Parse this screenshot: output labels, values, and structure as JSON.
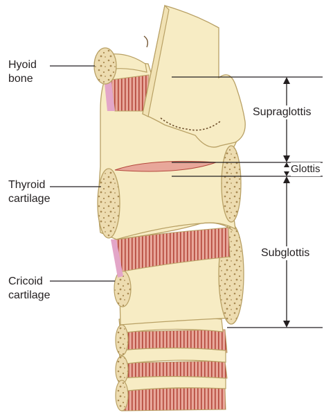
{
  "labels": {
    "hyoid": [
      "Hyoid",
      "bone"
    ],
    "thyroid": [
      "Thyroid",
      "cartilage"
    ],
    "cricoid": [
      "Cricoid",
      "cartilage"
    ],
    "supraglottis": "Supraglottis",
    "glottis": "Glottis",
    "subglottis": "Subglottis"
  },
  "colors": {
    "cartilage": "#f7ecc4",
    "cartilage_edge": "#b8a064",
    "muscle": "#e8a79a",
    "muscle_stripe": "#b3463a",
    "bone_fill": "#eddcb0",
    "bone_speckle": "#a98a52",
    "vocal_fold": "#e8a79a",
    "pink_edge": "#e3a6c8",
    "line": "#231f20"
  }
}
